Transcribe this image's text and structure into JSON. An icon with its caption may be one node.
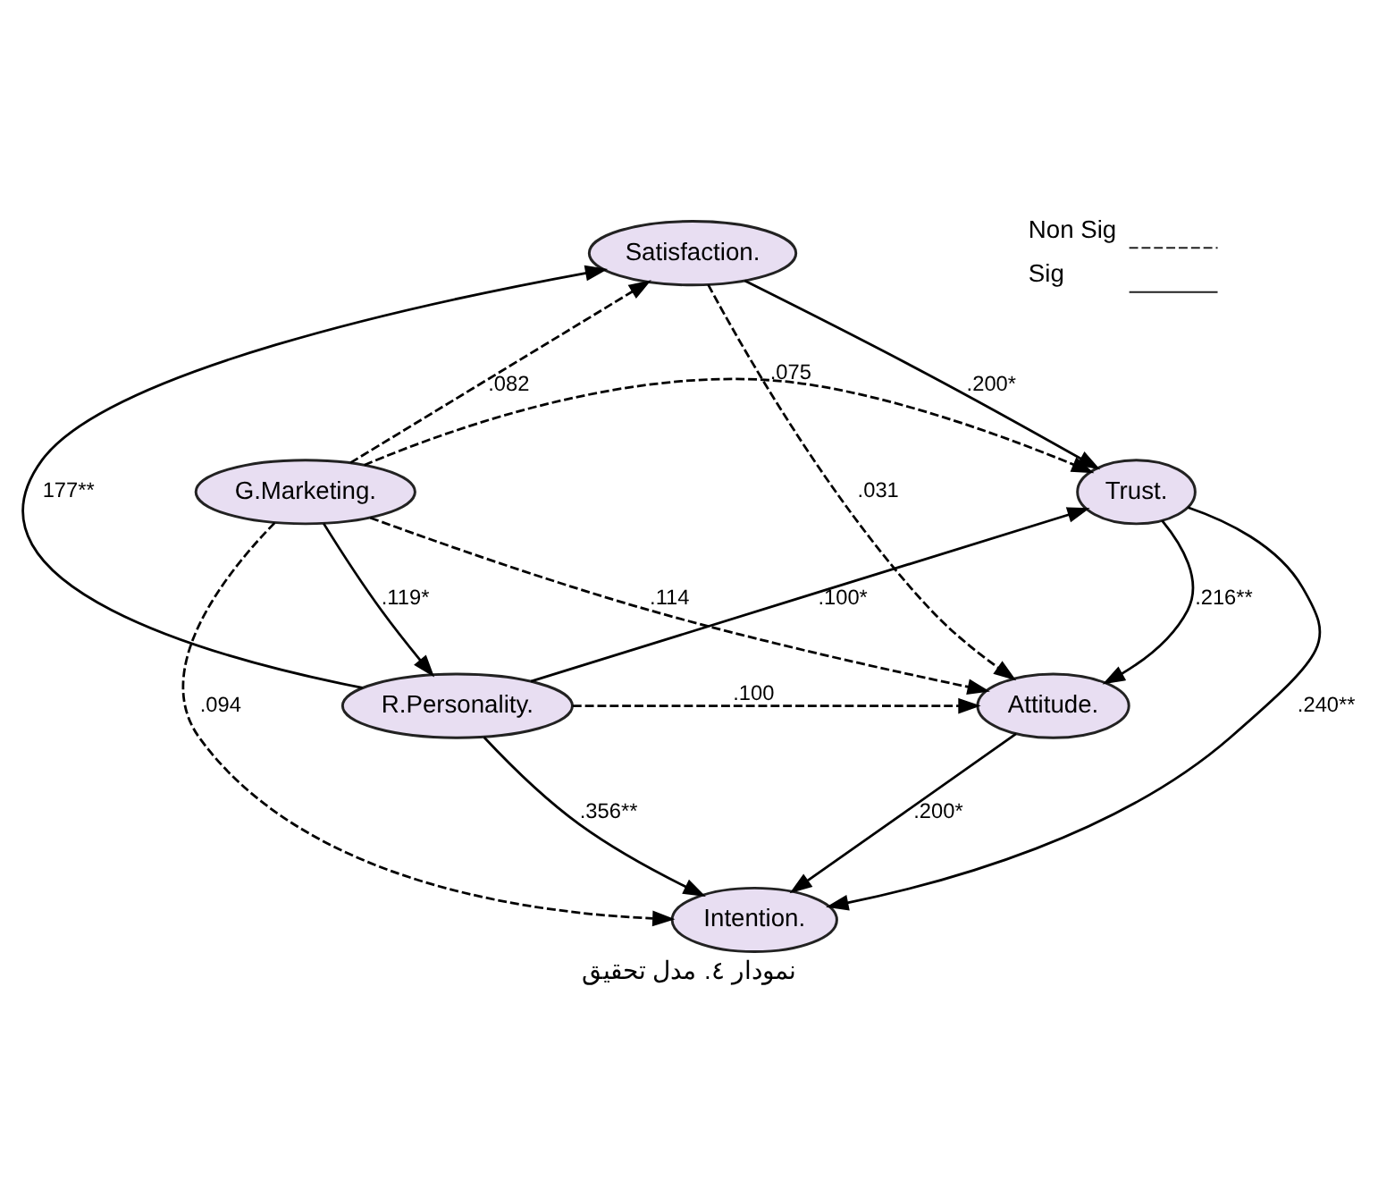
{
  "diagram": {
    "caption": "نمودار ٤. مدل تحقیق",
    "nodes": [
      {
        "text": [
          "Satisfaction."
        ]
      },
      {
        "text": [
          "G.Marketing."
        ]
      },
      {
        "text": [
          "Trust."
        ]
      },
      {
        "text": [
          "R.Personality."
        ]
      },
      {
        "text": [
          "Attitude."
        ]
      },
      {
        "text": [
          "Intention."
        ]
      }
    ],
    "edges": [
      {
        "from": 1,
        "to": 0,
        "arrow": "to",
        "label": ".082",
        "style": "dashed"
      },
      {
        "from": 0,
        "to": 2,
        "arrow": "to",
        "label": ".200*"
      },
      {
        "from": 0,
        "to": 4,
        "arrow": "to",
        "label": ".031",
        "style": "dashed"
      },
      {
        "from": 1,
        "to": 2,
        "arrow": "to",
        "label": ".075",
        "style": "dashed"
      },
      {
        "from": 1,
        "to": 3,
        "arrow": "to",
        "label": ".119*"
      },
      {
        "from": 3,
        "to": 0,
        "arrow": "to",
        "label": "177**"
      },
      {
        "from": 3,
        "to": 2,
        "arrow": "to",
        "label": ".100*"
      },
      {
        "from": 1,
        "to": 4,
        "arrow": "to",
        "label": ".114",
        "style": "dashed"
      },
      {
        "from": 2,
        "to": 4,
        "arrow": "to",
        "label": ".216**"
      },
      {
        "from": 3,
        "to": 4,
        "arrow": "to",
        "label": ".100",
        "style": "dashed"
      },
      {
        "from": 1,
        "to": 5,
        "arrow": "to",
        "label": ".094",
        "style": "dashed"
      },
      {
        "from": 2,
        "to": 5,
        "arrow": "to",
        "label": ".240**"
      },
      {
        "from": 3,
        "to": 5,
        "arrow": "to",
        "label": ".356**"
      },
      {
        "from": 4,
        "to": 5,
        "arrow": "to",
        "label": ".200*"
      }
    ],
    "legend": [
      {
        "text": "Non Sig"
      },
      {
        "text": "Sig"
      }
    ]
  }
}
